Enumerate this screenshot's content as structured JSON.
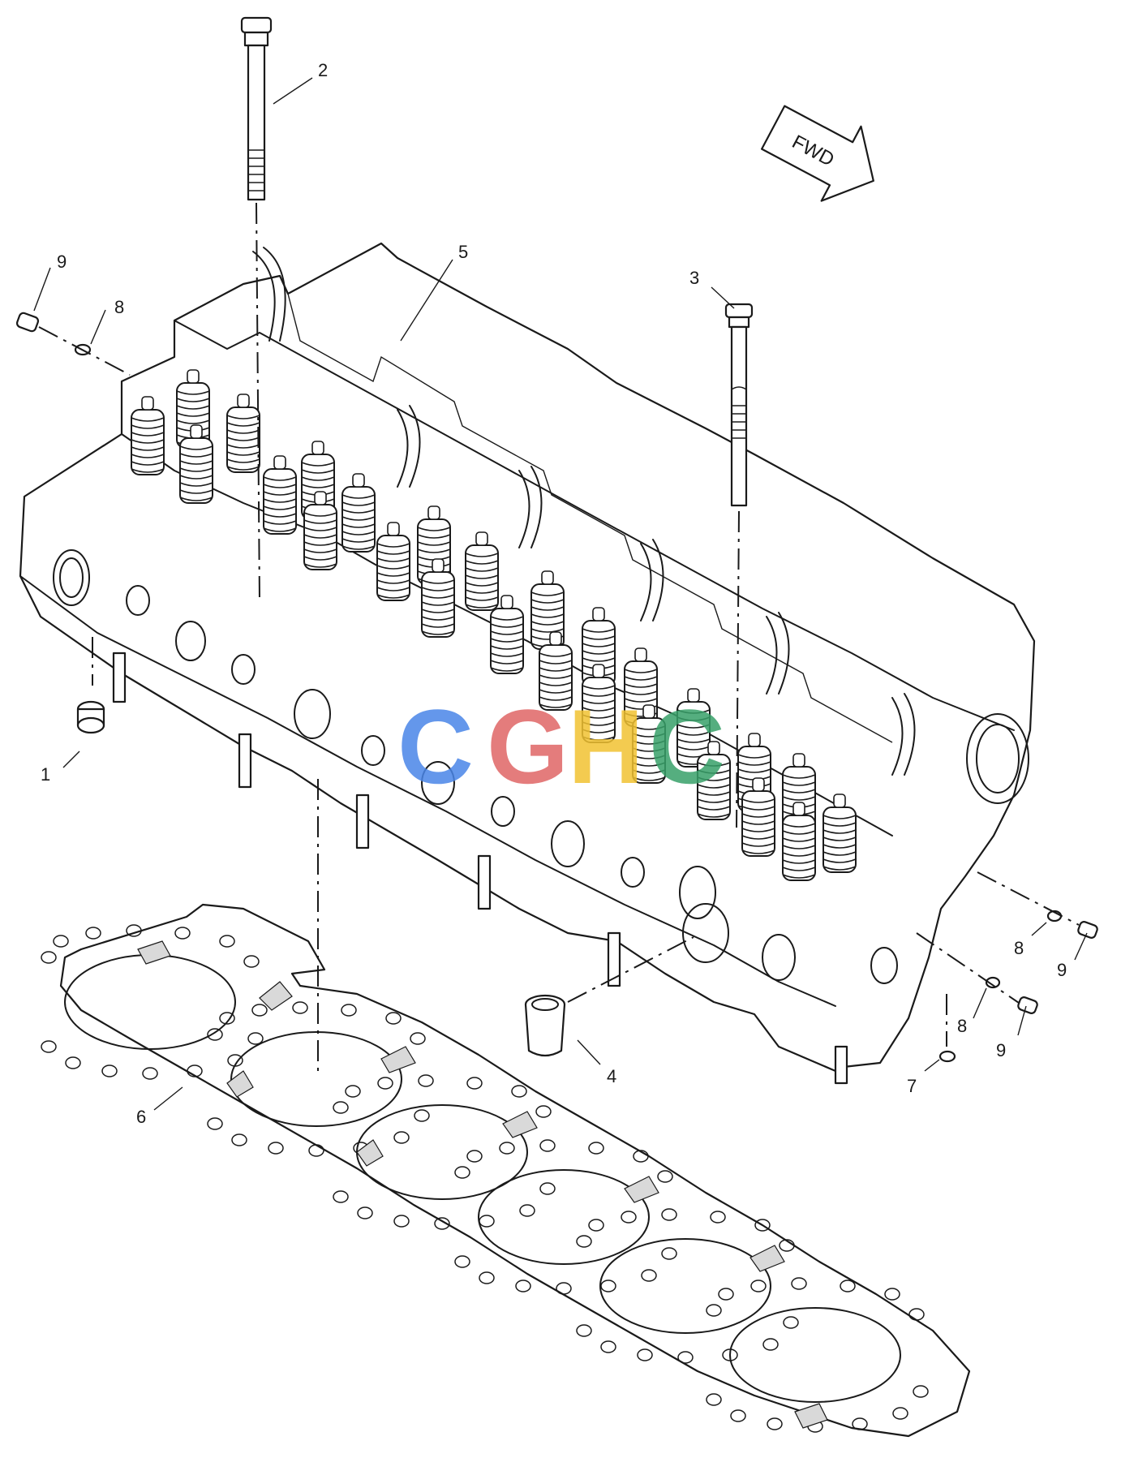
{
  "diagram": {
    "fwd_label": "FWD",
    "callouts": {
      "c1": "1",
      "c2": "2",
      "c3": "3",
      "c4": "4",
      "c5": "5",
      "c6": "6",
      "c7": "7",
      "c8_left": "8",
      "c8_right_upper": "8",
      "c8_right_lower": "8",
      "c9_left": "9",
      "c9_right_upper": "9",
      "c9_right_lower": "9"
    },
    "watermark": "CGHC",
    "watermark_colors": [
      "#4a86e8",
      "#e06666",
      "#f1c232",
      "#38a169"
    ]
  }
}
